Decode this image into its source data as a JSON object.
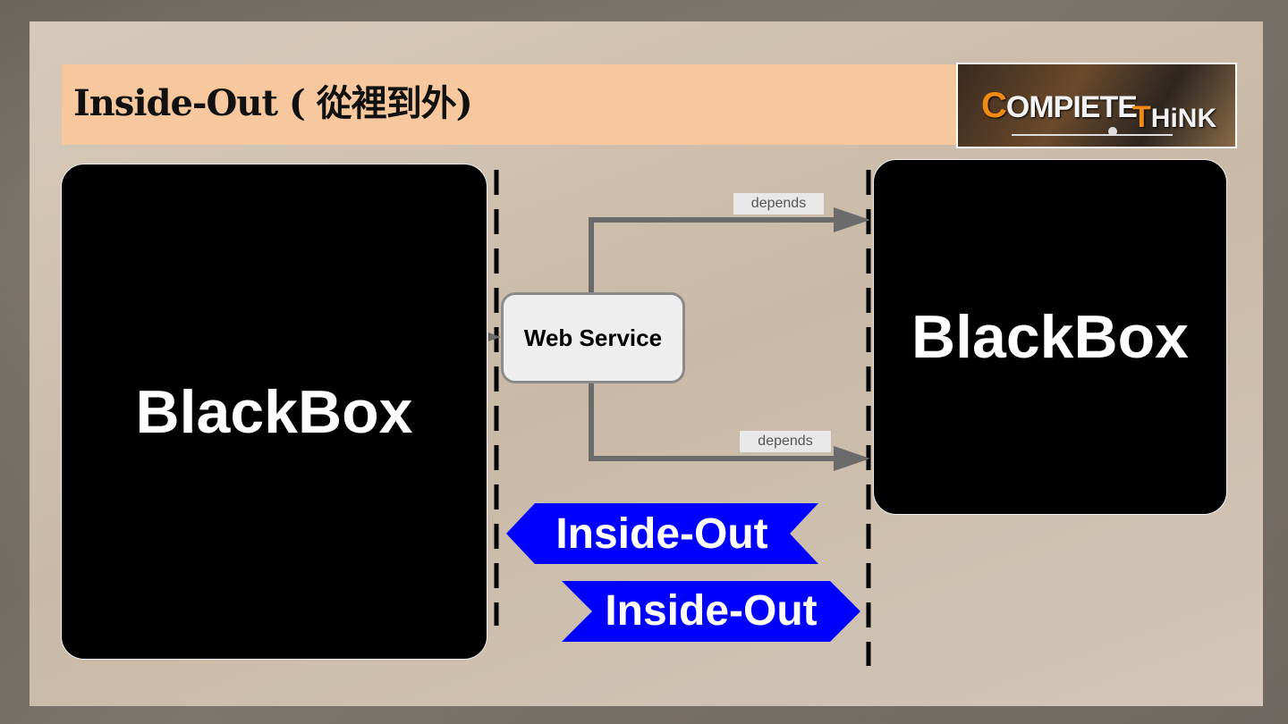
{
  "slide": {
    "title": "Inside-Out ( 從裡到外)"
  },
  "logo": {
    "compiete_first": "C",
    "compiete_rest": "OMPIETE",
    "think_first": "T",
    "think_rest": "HiNK"
  },
  "diagram": {
    "left_box_label": "BlackBox",
    "right_box_label": "BlackBox",
    "service_label": "Web Service",
    "edge_labels": [
      "depends",
      "depends"
    ],
    "arrows": [
      {
        "label": "Inside-Out",
        "direction": "left",
        "color": "#0000ff"
      },
      {
        "label": "Inside-Out",
        "direction": "right",
        "color": "#0000ff"
      }
    ],
    "connector_color": "#6b6b6b"
  }
}
